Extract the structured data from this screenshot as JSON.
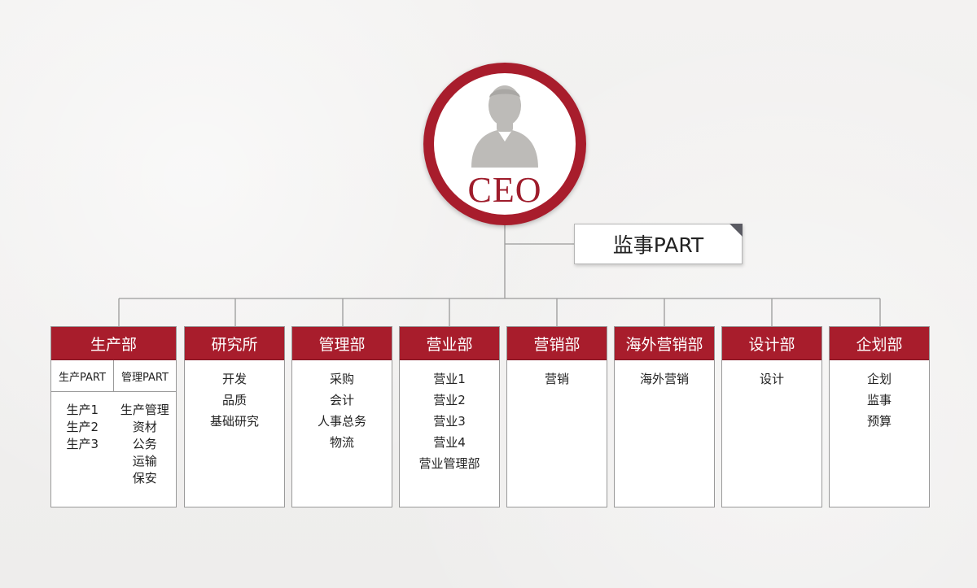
{
  "ceo": {
    "label": "CEO"
  },
  "auditor": {
    "label": "监事PART"
  },
  "departments": [
    {
      "name": "生产部",
      "sub_tabs": [
        "生产PART",
        "管理PART"
      ],
      "sub_columns": [
        [
          "生产1",
          "生产2",
          "生产3"
        ],
        [
          "生产管理",
          "资材",
          "公务",
          "运输",
          "保安"
        ]
      ]
    },
    {
      "name": "研究所",
      "items": [
        "开发",
        "品质",
        "基础研究"
      ]
    },
    {
      "name": "管理部",
      "items": [
        "采购",
        "会计",
        "人事总务",
        "物流"
      ]
    },
    {
      "name": "营业部",
      "items": [
        "营业1",
        "营业2",
        "营业3",
        "营业4",
        "营业管理部"
      ]
    },
    {
      "name": "营销部",
      "items": [
        "营销"
      ]
    },
    {
      "name": "海外营销部",
      "items": [
        "海外营销"
      ]
    },
    {
      "name": "设计部",
      "items": [
        "设计"
      ]
    },
    {
      "name": "企划部",
      "items": [
        "企划",
        "监事",
        "预算"
      ]
    }
  ],
  "colors": {
    "accent": "#a81d2c",
    "connector": "#9a9a9a",
    "silhouette": "#bdbbb8"
  },
  "icons": {
    "ceo": "person-silhouette-icon",
    "auditor_corner": "folded-corner"
  }
}
